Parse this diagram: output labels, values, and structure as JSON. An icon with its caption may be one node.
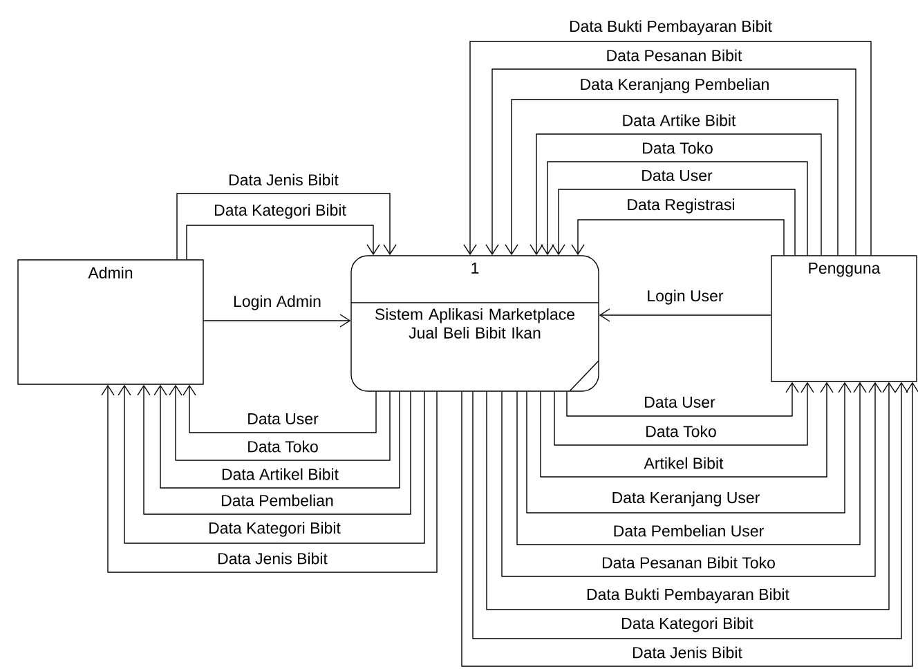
{
  "diagram": {
    "nodes": [
      {
        "text": [
          "Admin"
        ]
      },
      {
        "text": [
          "1",
          "Sistem Aplikasi Marketplace Jual Beli Bibit Ikan"
        ]
      },
      {
        "text": [
          "Pengguna"
        ]
      }
    ],
    "edges": [
      {
        "from": 0,
        "to": 1,
        "arrow": "to",
        "label": "Data Jenis Bibit"
      },
      {
        "from": 0,
        "to": 1,
        "arrow": "to",
        "label": "Data Kategori Bibit"
      },
      {
        "from": 0,
        "to": 1,
        "arrow": "to",
        "label": "Login Admin"
      },
      {
        "from": 1,
        "to": 0,
        "arrow": "to",
        "label": "Data User"
      },
      {
        "from": 1,
        "to": 0,
        "arrow": "to",
        "label": "Data Toko"
      },
      {
        "from": 1,
        "to": 0,
        "arrow": "to",
        "label": "Data Artikel Bibit"
      },
      {
        "from": 1,
        "to": 0,
        "arrow": "to",
        "label": "Data Pembelian"
      },
      {
        "from": 1,
        "to": 0,
        "arrow": "to",
        "label": "Data Kategori Bibit"
      },
      {
        "from": 1,
        "to": 0,
        "arrow": "to",
        "label": "Data Jenis Bibit"
      },
      {
        "from": 2,
        "to": 1,
        "arrow": "to",
        "label": "Data Bukti Pembayaran Bibit"
      },
      {
        "from": 2,
        "to": 1,
        "arrow": "to",
        "label": "Data Pesanan Bibit"
      },
      {
        "from": 2,
        "to": 1,
        "arrow": "to",
        "label": "Data Keranjang Pembelian"
      },
      {
        "from": 2,
        "to": 1,
        "arrow": "to",
        "label": "Data Artike Bibit"
      },
      {
        "from": 2,
        "to": 1,
        "arrow": "to",
        "label": "Data Toko"
      },
      {
        "from": 2,
        "to": 1,
        "arrow": "to",
        "label": "Data User"
      },
      {
        "from": 2,
        "to": 1,
        "arrow": "to",
        "label": "Data Registrasi"
      },
      {
        "from": 2,
        "to": 1,
        "arrow": "to",
        "label": "Login User"
      },
      {
        "from": 1,
        "to": 2,
        "arrow": "to",
        "label": "Data User"
      },
      {
        "from": 1,
        "to": 2,
        "arrow": "to",
        "label": "Data Toko"
      },
      {
        "from": 1,
        "to": 2,
        "arrow": "to",
        "label": "Artikel Bibit"
      },
      {
        "from": 1,
        "to": 2,
        "arrow": "to",
        "label": "Data Keranjang User"
      },
      {
        "from": 1,
        "to": 2,
        "arrow": "to",
        "label": "Data Pembelian User"
      },
      {
        "from": 1,
        "to": 2,
        "arrow": "to",
        "label": "Data Pesanan Bibit Toko"
      },
      {
        "from": 1,
        "to": 2,
        "arrow": "to",
        "label": "Data Bukti Pembayaran Bibit"
      },
      {
        "from": 1,
        "to": 2,
        "arrow": "to",
        "label": "Data Kategori Bibit"
      },
      {
        "from": 1,
        "to": 2,
        "arrow": "to",
        "label": "Data Jenis Bibit"
      }
    ]
  }
}
